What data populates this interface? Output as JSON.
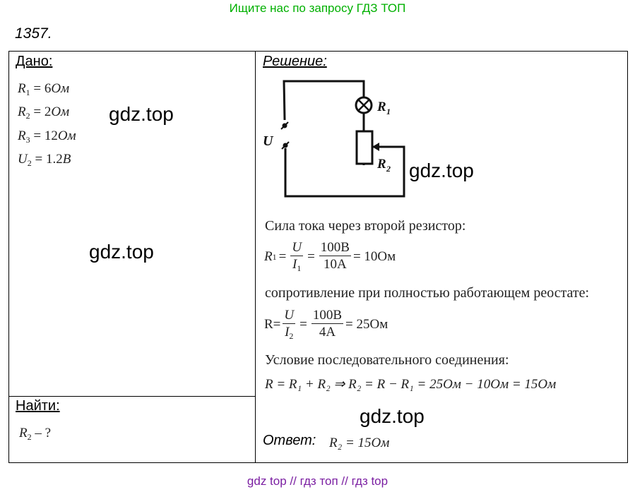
{
  "header_link": "Ищите нас по запросу ГДЗ ТОП",
  "problem_number": "1357.",
  "given": {
    "title": "Дано:",
    "items": [
      {
        "sym": "R",
        "sub": "1",
        "rest": "= 6",
        "unit": "Ом"
      },
      {
        "sym": "R",
        "sub": "2",
        "rest": "= 2",
        "unit": "Ом"
      },
      {
        "sym": "R",
        "sub": "3",
        "rest": "= 12",
        "unit": "Ом"
      },
      {
        "sym": "U",
        "sub": "2",
        "rest": "= 1.2",
        "unit": "B"
      }
    ]
  },
  "find": {
    "title": "Найти:",
    "sym": "R",
    "sub": "2",
    "rest": "– ?"
  },
  "solution": {
    "title": "Решение:",
    "circuit": {
      "label_u": "U",
      "label_r1": "R",
      "label_r1_sub": "1",
      "label_r2": "R",
      "label_r2_sub": "2"
    },
    "line1": "Сила тока через второй резистор:",
    "eq1": {
      "lhs": "R",
      "lhs_sub": "1",
      "num": "U",
      "den": "I",
      "den_sub": "1",
      "num2": "100B",
      "den2": "10A",
      "result": "= 10Ом"
    },
    "line2": "сопротивление при полностью работающем реостате:",
    "eq2": {
      "lhs": "R=",
      "num": "U",
      "den": "I",
      "den_sub": "2",
      "num2": "100B",
      "den2": "4A",
      "result": "= 25Ом"
    },
    "line3": "Условие последовательного соединения:",
    "eq3": "R = R₁ + R₂ ⇒ R₂ = R − R₁ = 25Ом − 10Ом = 15Ом",
    "answer_label": "Ответ:",
    "answer": "R₂ = 15Ом"
  },
  "watermarks": [
    "gdz.top",
    "gdz.top",
    "gdz.top",
    "gdz.top"
  ],
  "footer": "gdz top  //  гдз топ  //  гдз top"
}
